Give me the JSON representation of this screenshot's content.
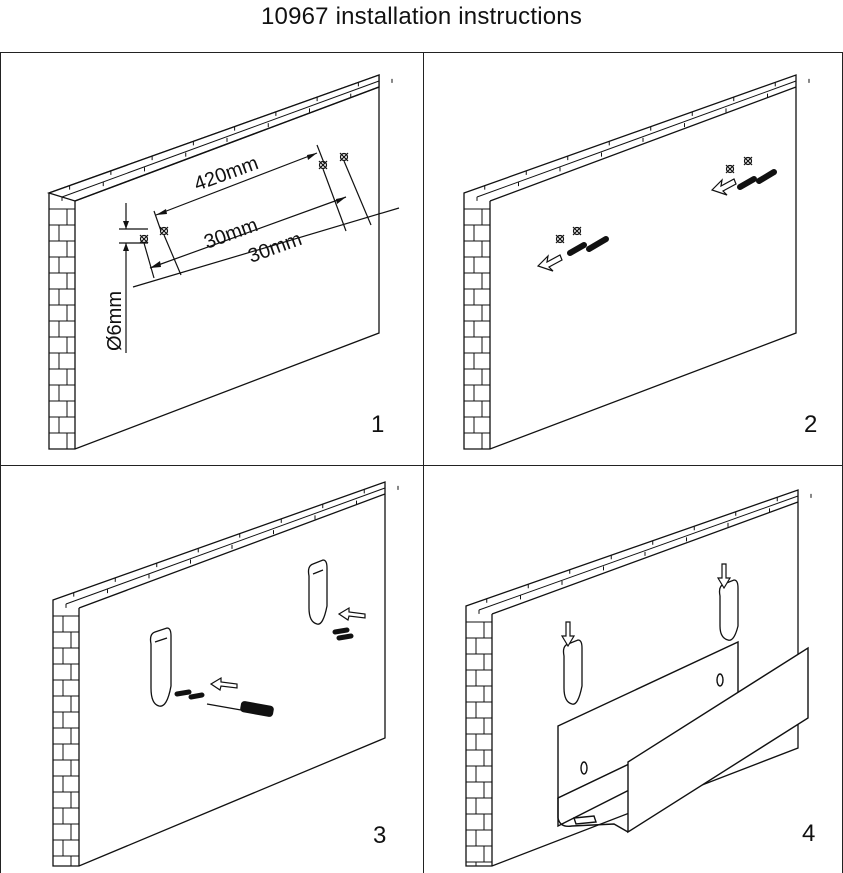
{
  "title": "10967 installation instructions",
  "steps": [
    {
      "number": "1",
      "dimensions": {
        "hole_spacing": "420mm",
        "offset_a": "30mm",
        "offset_b": "30mm",
        "drill_diameter": "Ø6mm"
      }
    },
    {
      "number": "2"
    },
    {
      "number": "3"
    },
    {
      "number": "4"
    }
  ],
  "colors": {
    "line": "#111111",
    "background": "#ffffff"
  },
  "icons": [
    "brick-wall-icon",
    "drill-hole-icon",
    "wall-plug-icon",
    "bracket-clip-icon",
    "screwdriver-icon",
    "arrow-icon",
    "shelf-channel-icon"
  ]
}
